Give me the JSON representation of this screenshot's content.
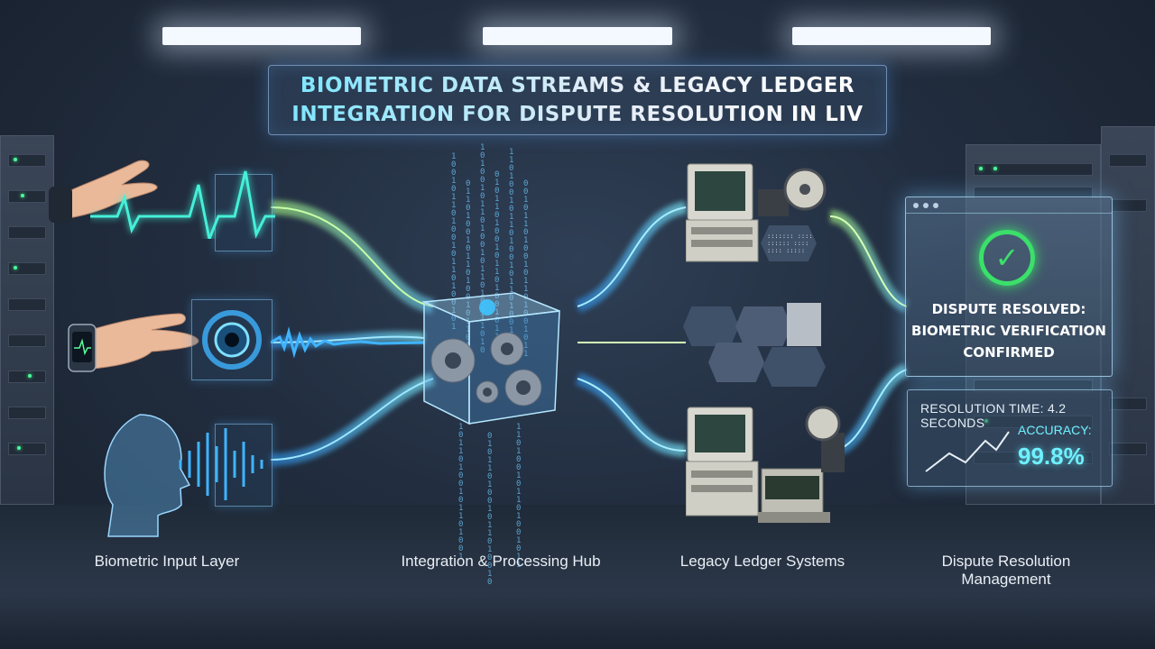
{
  "title": {
    "line1": "BIOMETRIC DATA STREAMS & LEGACY LEDGER",
    "line2": "INTEGRATION FOR DISPUTE RESOLUTION IN LIV"
  },
  "layers": [
    {
      "label": "Biometric Input Layer"
    },
    {
      "label": "Integration & Processing Hub"
    },
    {
      "label": "Legacy Ledger Systems"
    },
    {
      "label_line1": "Dispute Resolution",
      "label_line2": "Management"
    }
  ],
  "result": {
    "line1": "DISPUTE RESOLVED:",
    "line2": "BIOMETRIC VERIFICATION",
    "line3": "CONFIRMED",
    "check_icon": "check-circle-icon"
  },
  "stats": {
    "resolution_time": "RESOLUTION TIME: 4.2 SECONDS",
    "accuracy_label": "ACCURACY:",
    "accuracy_value": "99.8%"
  },
  "colors": {
    "accent_cyan": "#6ff0ff",
    "stream_green": "#8ef06a",
    "stream_blue": "#3fb4ff",
    "success_green": "#3be06a"
  }
}
